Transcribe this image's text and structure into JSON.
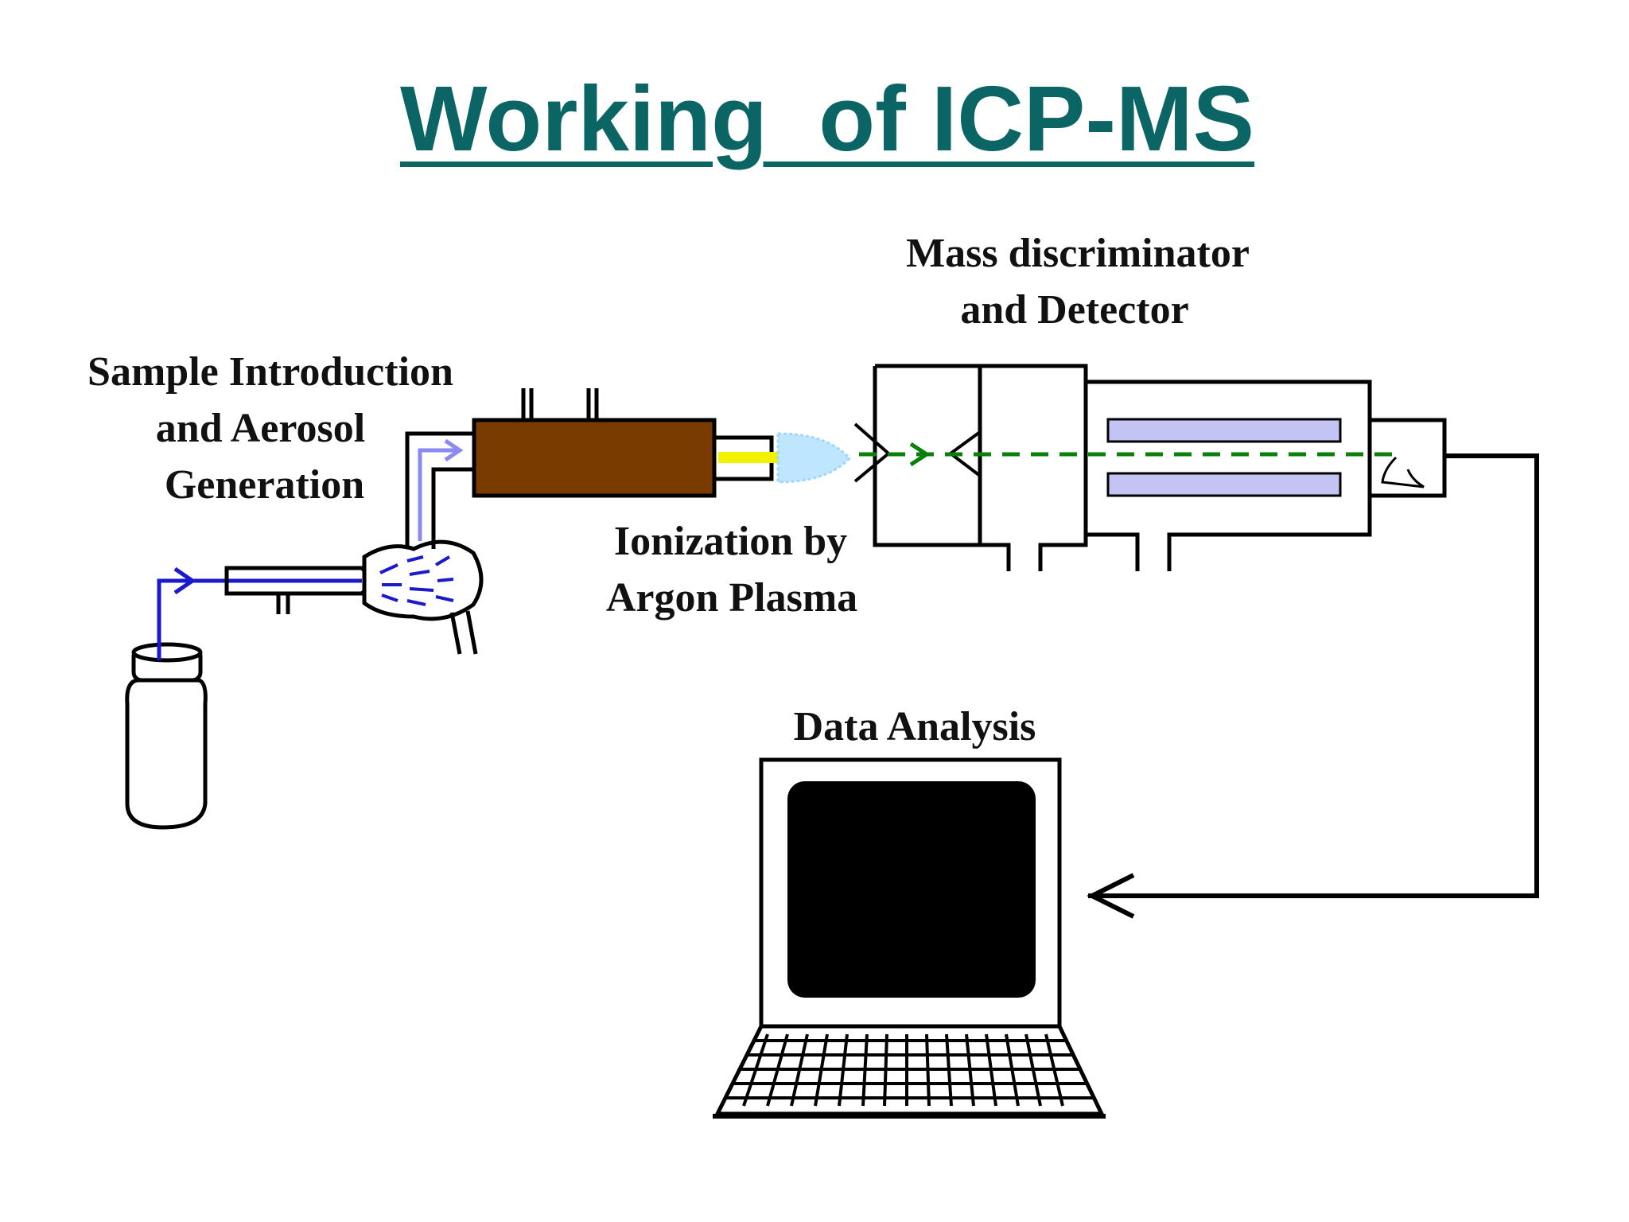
{
  "title": "Working  of ICP-MS",
  "labels": {
    "sample_intro": [
      "Sample Introduction",
      "and Aerosol",
      "Generation"
    ],
    "ionization": [
      "Ionization by",
      "Argon Plasma"
    ],
    "mass_detector": [
      "Mass discriminator",
      "and Detector"
    ],
    "data_analysis": "Data Analysis"
  },
  "colors": {
    "title": "#0b6565",
    "torch": "#7a3b00",
    "plasma": "#bfe6ff",
    "plasma_core": "#f2f200",
    "sample_flow": "#1a1acc",
    "aerosol_flow": "#8a8af0",
    "ion_beam": "#0a800a",
    "quadrupole_rods": "#c4c4f4"
  },
  "icons": [
    "sample-bottle-icon",
    "nebulizer-icon",
    "spray-chamber-icon",
    "plasma-torch-icon",
    "interface-cones-icon",
    "quadrupole-icon",
    "detector-icon",
    "computer-icon"
  ]
}
